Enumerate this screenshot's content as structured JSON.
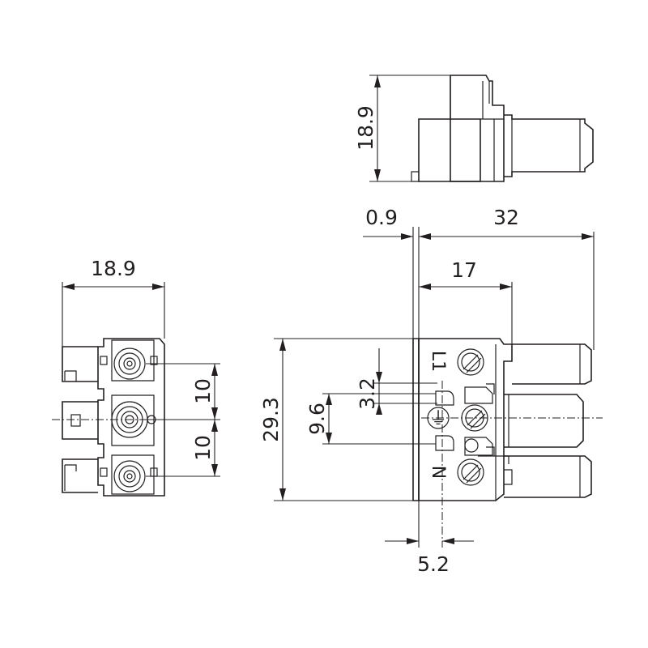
{
  "dimensions": {
    "top_height": "18.9",
    "side_width": "18.9",
    "pitch_upper": "10",
    "pitch_lower": "10",
    "body_height": "29.3",
    "offset_small": "3.2",
    "offset_ground": "9.6",
    "wall": "0.9",
    "total_length": "32",
    "pin_length": "17",
    "terminal_offset": "5.2"
  },
  "markings": {
    "line": "L1",
    "neutral": "N",
    "earth": "⏚"
  }
}
